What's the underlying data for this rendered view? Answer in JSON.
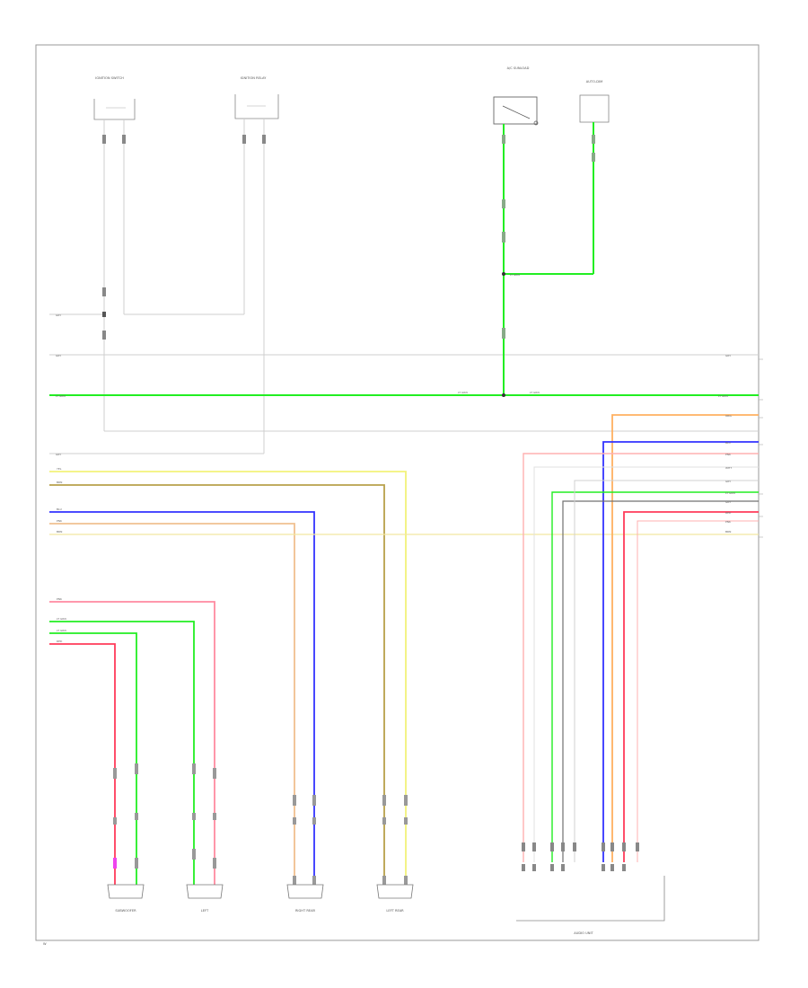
{
  "colors": {
    "green": "#22ee22",
    "yellow": "#f2f27a",
    "brownish": "#b8a04a",
    "blue": "#3333ff",
    "pink": "#ffb0b0",
    "peach": "#f0c090",
    "red": "#ff3b5a",
    "magenta": "#ee44ee",
    "orange": "#ffb060",
    "gray": "#c8c8c8",
    "dark": "#707070",
    "frame": "#999999"
  },
  "components": {
    "top_switch_1": "IGNITION SWITCH",
    "top_switch_2": "IGNITION RELAY",
    "top_heater": "A/C SUNLOAD",
    "top_sensor": "AUTO-DIM",
    "speaker_1": "SUBWOOFER",
    "speaker_2": "LEFT",
    "speaker_3": "RIGHT REAR",
    "speaker_4": "LEFT REAR",
    "module": "AUDIO UNIT"
  },
  "wires": {
    "ltgrn": "LT GRN",
    "yel": "YEL",
    "brn": "BRN",
    "blu": "BLU",
    "pnk": "PNK",
    "red": "RED",
    "org": "ORG",
    "wht": "WHT",
    "gry": "GRY"
  },
  "footer": "W"
}
